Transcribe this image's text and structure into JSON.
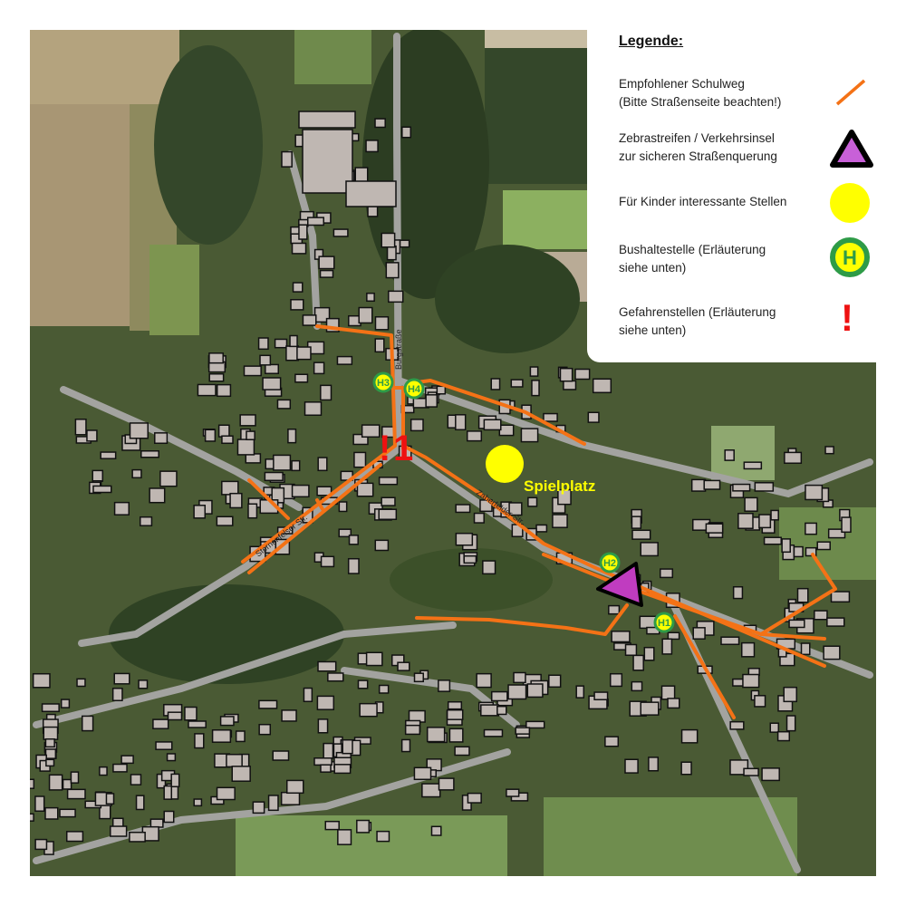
{
  "legend": {
    "title": "Legende:",
    "items": [
      {
        "line1": "Empfohlener Schulweg",
        "line2": "(Bitte Straßenseite beachten!)",
        "icon": "orange-line-icon"
      },
      {
        "line1": "Zebrastreifen / Verkehrsinsel",
        "line2": "zur sicheren Straßenquerung",
        "icon": "purple-triangle-icon"
      },
      {
        "line1": "Für Kinder interessante Stellen",
        "line2": "",
        "icon": "yellow-circle-icon"
      },
      {
        "line1": "Bushaltestelle (Erläuterung",
        "line2": "siehe unten)",
        "icon": "bus-stop-icon"
      },
      {
        "line1": "Gefahrenstellen (Erläuterung",
        "line2": "siehe unten)",
        "icon": "exclamation-icon"
      }
    ],
    "bus_symbol": "H",
    "danger_symbol": "!"
  },
  "map": {
    "streets": [
      "Burgstraße",
      "Zaberfelder Str.",
      "Sternenfelser Str."
    ],
    "bus_stops": [
      "H1",
      "H2",
      "H3",
      "H4"
    ],
    "danger_points": [
      {
        "mark": "!",
        "number": "1"
      }
    ],
    "points_of_interest": [
      "Spielplatz"
    ]
  },
  "colors": {
    "route": "#f47216",
    "crossing": "#c860d8",
    "interest": "#ffff00",
    "bus_ring": "#2e9b47",
    "danger": "#ee1111"
  }
}
